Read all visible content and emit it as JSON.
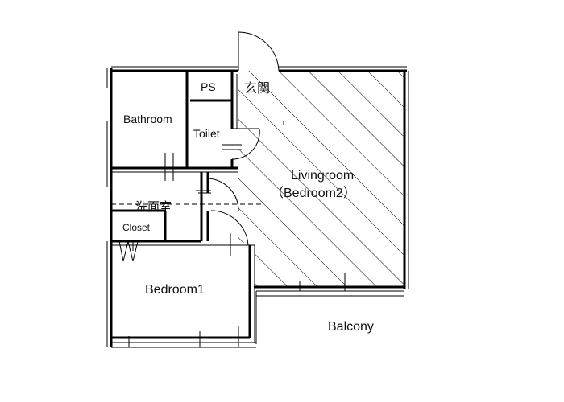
{
  "rooms": {
    "ps": "PS",
    "genkan": "玄関",
    "bathroom": "Bathroom",
    "toilet": "Toilet",
    "livingroom": "Livingroom",
    "livingroom_sub": "（Bedroom2）",
    "senmenjo": "洗面室",
    "closet": "Closet",
    "bedroom1": "Bedroom1",
    "balcony": "Balcony"
  }
}
